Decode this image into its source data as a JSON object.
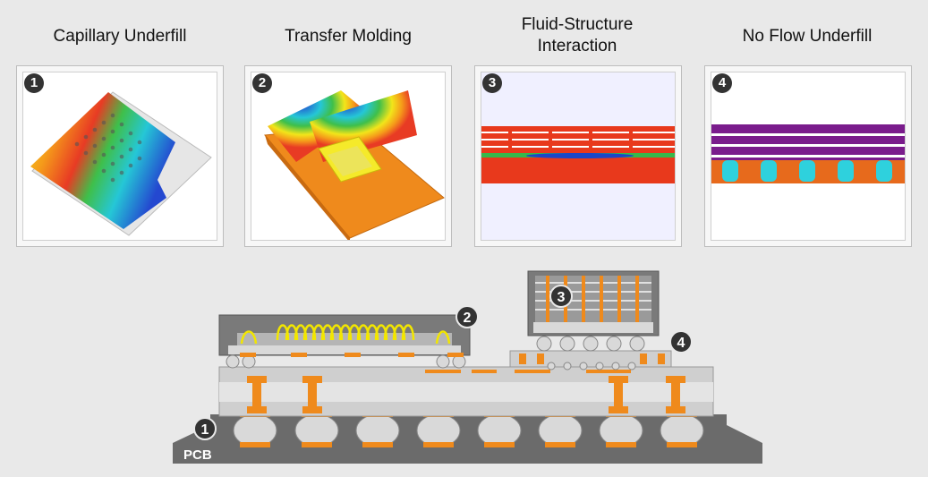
{
  "panels": [
    {
      "number": "1",
      "title": "Capillary Underfill"
    },
    {
      "number": "2",
      "title": "Transfer Molding"
    },
    {
      "number": "3",
      "title": "Fluid-Structure\nInteraction"
    },
    {
      "number": "4",
      "title": "No Flow Underfill"
    }
  ],
  "cross_section": {
    "pcb_label": "PCB",
    "markers": [
      "1",
      "2",
      "3",
      "4"
    ]
  },
  "colors": {
    "orange": "#ef8a1c",
    "gray_dark": "#6b6b6b",
    "gray_light": "#cfcfcf",
    "wire_yellow": "#f2e600",
    "purple": "#7a1c8c",
    "red": "#e8391c",
    "cyan": "#2ed1dd"
  }
}
